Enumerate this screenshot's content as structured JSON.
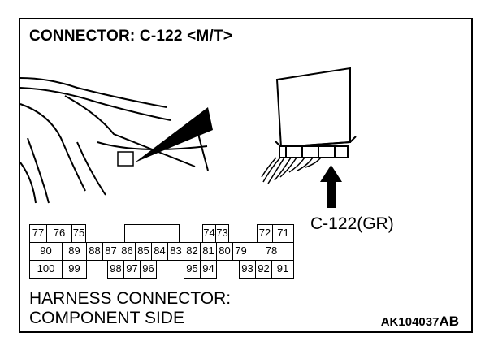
{
  "title": "CONNECTOR: C-122 <M/T>",
  "connector_label": "C-122(GR)",
  "caption": {
    "line1": "HARNESS CONNECTOR:",
    "line2": "COMPONENT SIDE"
  },
  "code": {
    "main": "AK104037",
    "suffix": "AB"
  },
  "pins": {
    "row1": [
      "77",
      "76",
      "75",
      "",
      "74",
      "73",
      "",
      "72",
      "71"
    ],
    "row2": [
      "90",
      "89",
      "88",
      "87",
      "86",
      "85",
      "84",
      "83",
      "82",
      "81",
      "80",
      "79",
      "78"
    ],
    "row3": [
      "100",
      "99",
      "",
      "98",
      "97",
      "96",
      "",
      "95",
      "94",
      "",
      "93",
      "92",
      "91"
    ]
  }
}
